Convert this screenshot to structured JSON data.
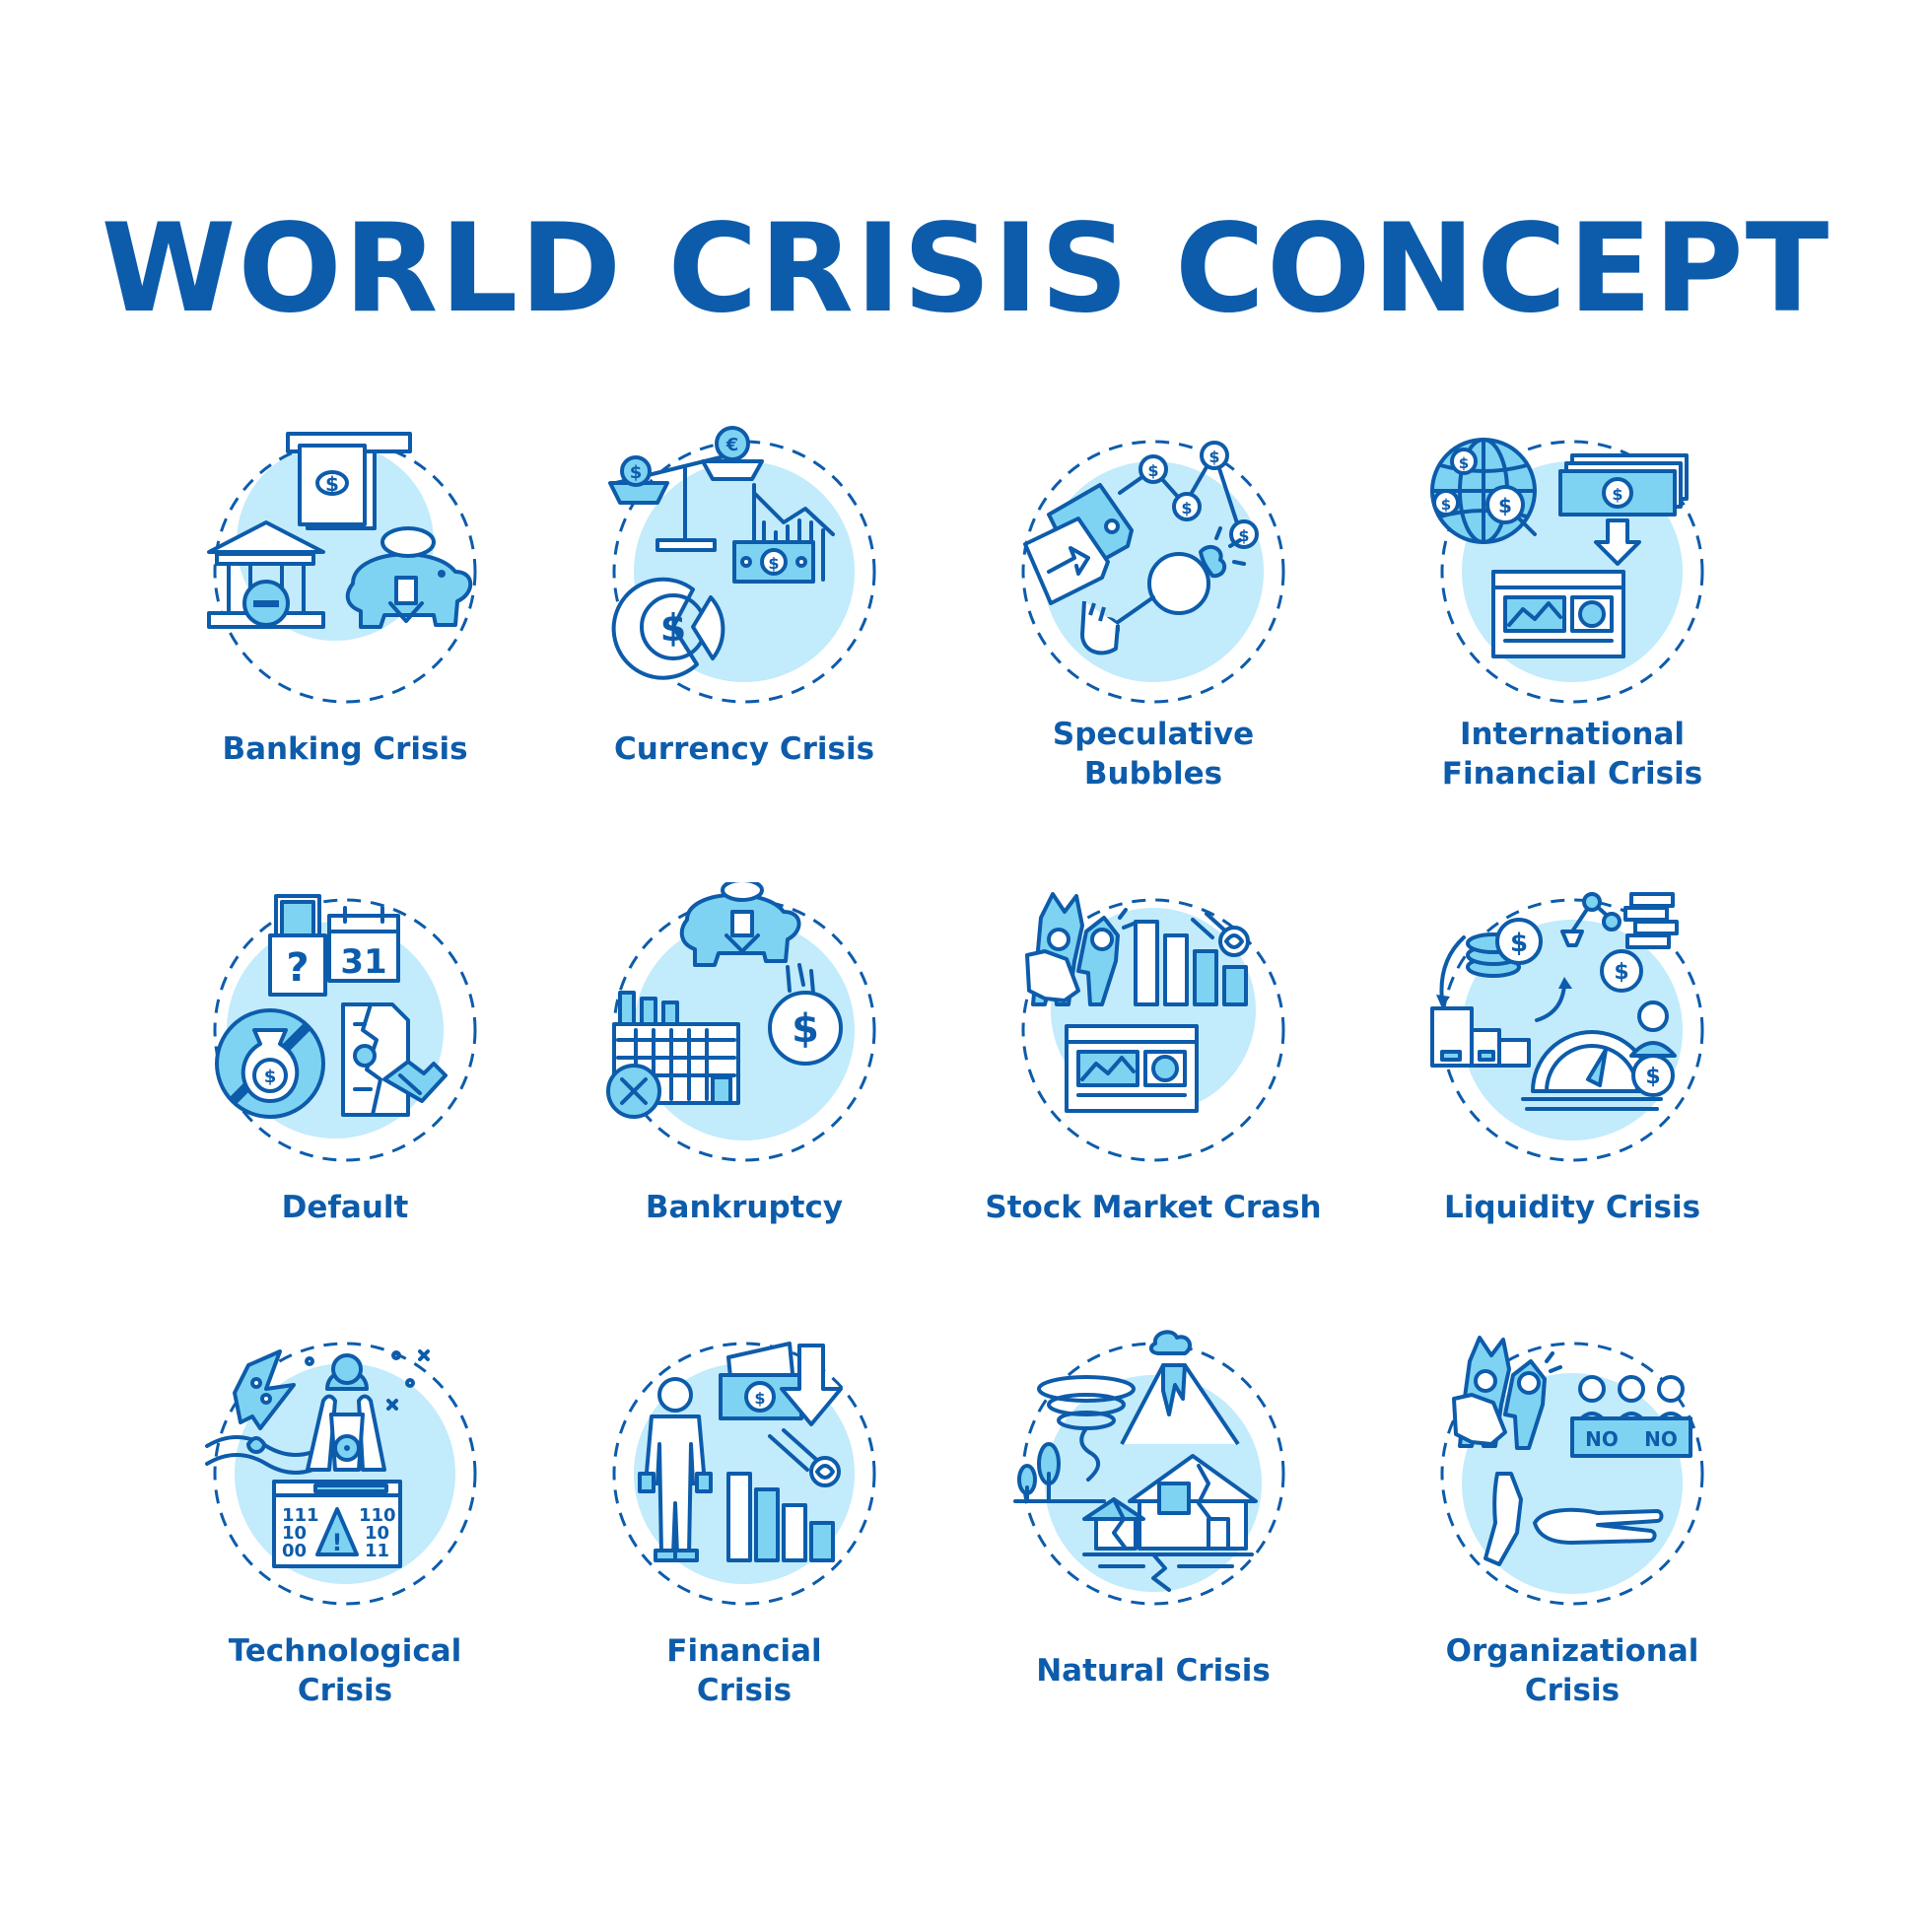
{
  "title": "WORLD CRISIS CONCEPT",
  "colors": {
    "primary": "#0d5cab",
    "accent": "#7ed3f3",
    "blob": "#c2ebfb",
    "background": "#ffffff"
  },
  "icons": [
    {
      "lines": [
        "Banking Crisis"
      ],
      "icon": "bank-piggy-icon"
    },
    {
      "lines": [
        "Currency Crisis"
      ],
      "icon": "currency-scale-icon"
    },
    {
      "lines": [
        "Speculative",
        "Bubbles"
      ],
      "icon": "price-tag-bubble-icon"
    },
    {
      "lines": [
        "International",
        "Financial Crisis"
      ],
      "icon": "globe-money-icon"
    },
    {
      "lines": [
        "Default"
      ],
      "icon": "default-calendar-icon"
    },
    {
      "lines": [
        "Bankruptcy"
      ],
      "icon": "factory-piggy-icon"
    },
    {
      "lines": [
        "Stock Market Crash"
      ],
      "icon": "stock-chart-icon"
    },
    {
      "lines": [
        "Liquidity Crisis"
      ],
      "icon": "liquidity-gauge-icon"
    },
    {
      "lines": [
        "Technological",
        "Crisis"
      ],
      "icon": "tech-hazard-icon"
    },
    {
      "lines": [
        "Financial",
        "Crisis"
      ],
      "icon": "person-bills-icon"
    },
    {
      "lines": [
        "Natural Crisis"
      ],
      "icon": "tornado-earthquake-icon"
    },
    {
      "lines": [
        "Organizational",
        "Crisis"
      ],
      "icon": "protest-people-icon"
    }
  ],
  "glyphs": {
    "dollar": "$",
    "euro": "€",
    "question": "?",
    "calendar_day": "31",
    "binary_a": "111",
    "binary_b": "10",
    "binary_c": "00",
    "binary_d": "110",
    "binary_e": "10",
    "binary_f": "11",
    "warning": "!",
    "sign_no": "NO"
  }
}
